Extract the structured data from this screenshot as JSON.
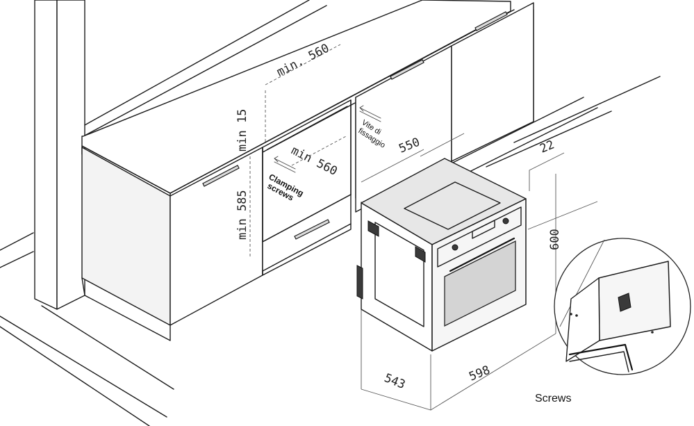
{
  "dimensions": {
    "niche_width_top": "min. 560",
    "niche_width_inner": "min 560",
    "top_clearance": "min 15",
    "niche_height": "min 585",
    "depth_550": "550",
    "offset_22": "22",
    "oven_height": "600",
    "oven_depth": "543",
    "oven_width": "598"
  },
  "labels": {
    "vite_line1": "Vite di",
    "vite_line2": "fissaggio",
    "clamping_line1": "Clamping",
    "clamping_line2": "screws",
    "screws": "Screws"
  }
}
